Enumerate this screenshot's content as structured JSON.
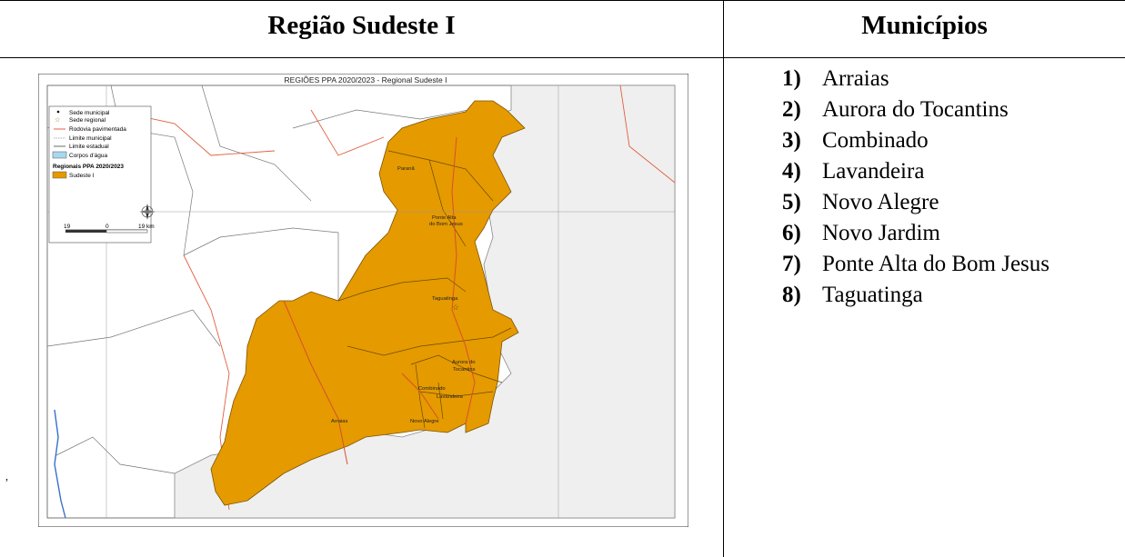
{
  "table": {
    "left_header": "Região Sudeste I",
    "right_header": "Municípios"
  },
  "map": {
    "title": "REGIÕES PPA 2020/2023 - Regional Sudeste I",
    "legend": {
      "sede_municipal": "Sede municipal",
      "sede_regional": "Sede regional",
      "rodovia": "Rodovia pavimentada",
      "limite_municipal": "Limite municipal",
      "limite_estadual": "Limite estadual",
      "corpos_agua": "Corpos d'água",
      "section_title": "Regionais PPA 2020/2023",
      "sudeste": "Sudeste I"
    },
    "scale": {
      "left": "19",
      "mid": "0",
      "right": "19 km"
    },
    "towns": {
      "paranã": "Paranã",
      "ponte_alta_1": "Ponte Alta",
      "ponte_alta_2": "do Bom Jesus",
      "taguatinga": "Taguatinga",
      "aurora_1": "Aurora do",
      "aurora_2": "Tocantins",
      "combinado": "Combinado",
      "lavandeira": "Lavandeira",
      "novo_alegre": "Novo Alegre",
      "arraias": "Arraias"
    },
    "colors": {
      "region": "#e59a00",
      "outside": "#efefef",
      "road": "#e06040",
      "water": "#3a70c8"
    }
  },
  "municipios": [
    {
      "num": "1)",
      "name": "Arraias"
    },
    {
      "num": "2)",
      "name": "Aurora do Tocantins"
    },
    {
      "num": "3)",
      "name": "Combinado"
    },
    {
      "num": "4)",
      "name": "Lavandeira"
    },
    {
      "num": "5)",
      "name": "Novo Alegre"
    },
    {
      "num": "6)",
      "name": "Novo Jardim"
    },
    {
      "num": "7)",
      "name": "Ponte Alta do Bom Jesus"
    },
    {
      "num": "8)",
      "name": "Taguatinga"
    }
  ],
  "stray_mark": ","
}
